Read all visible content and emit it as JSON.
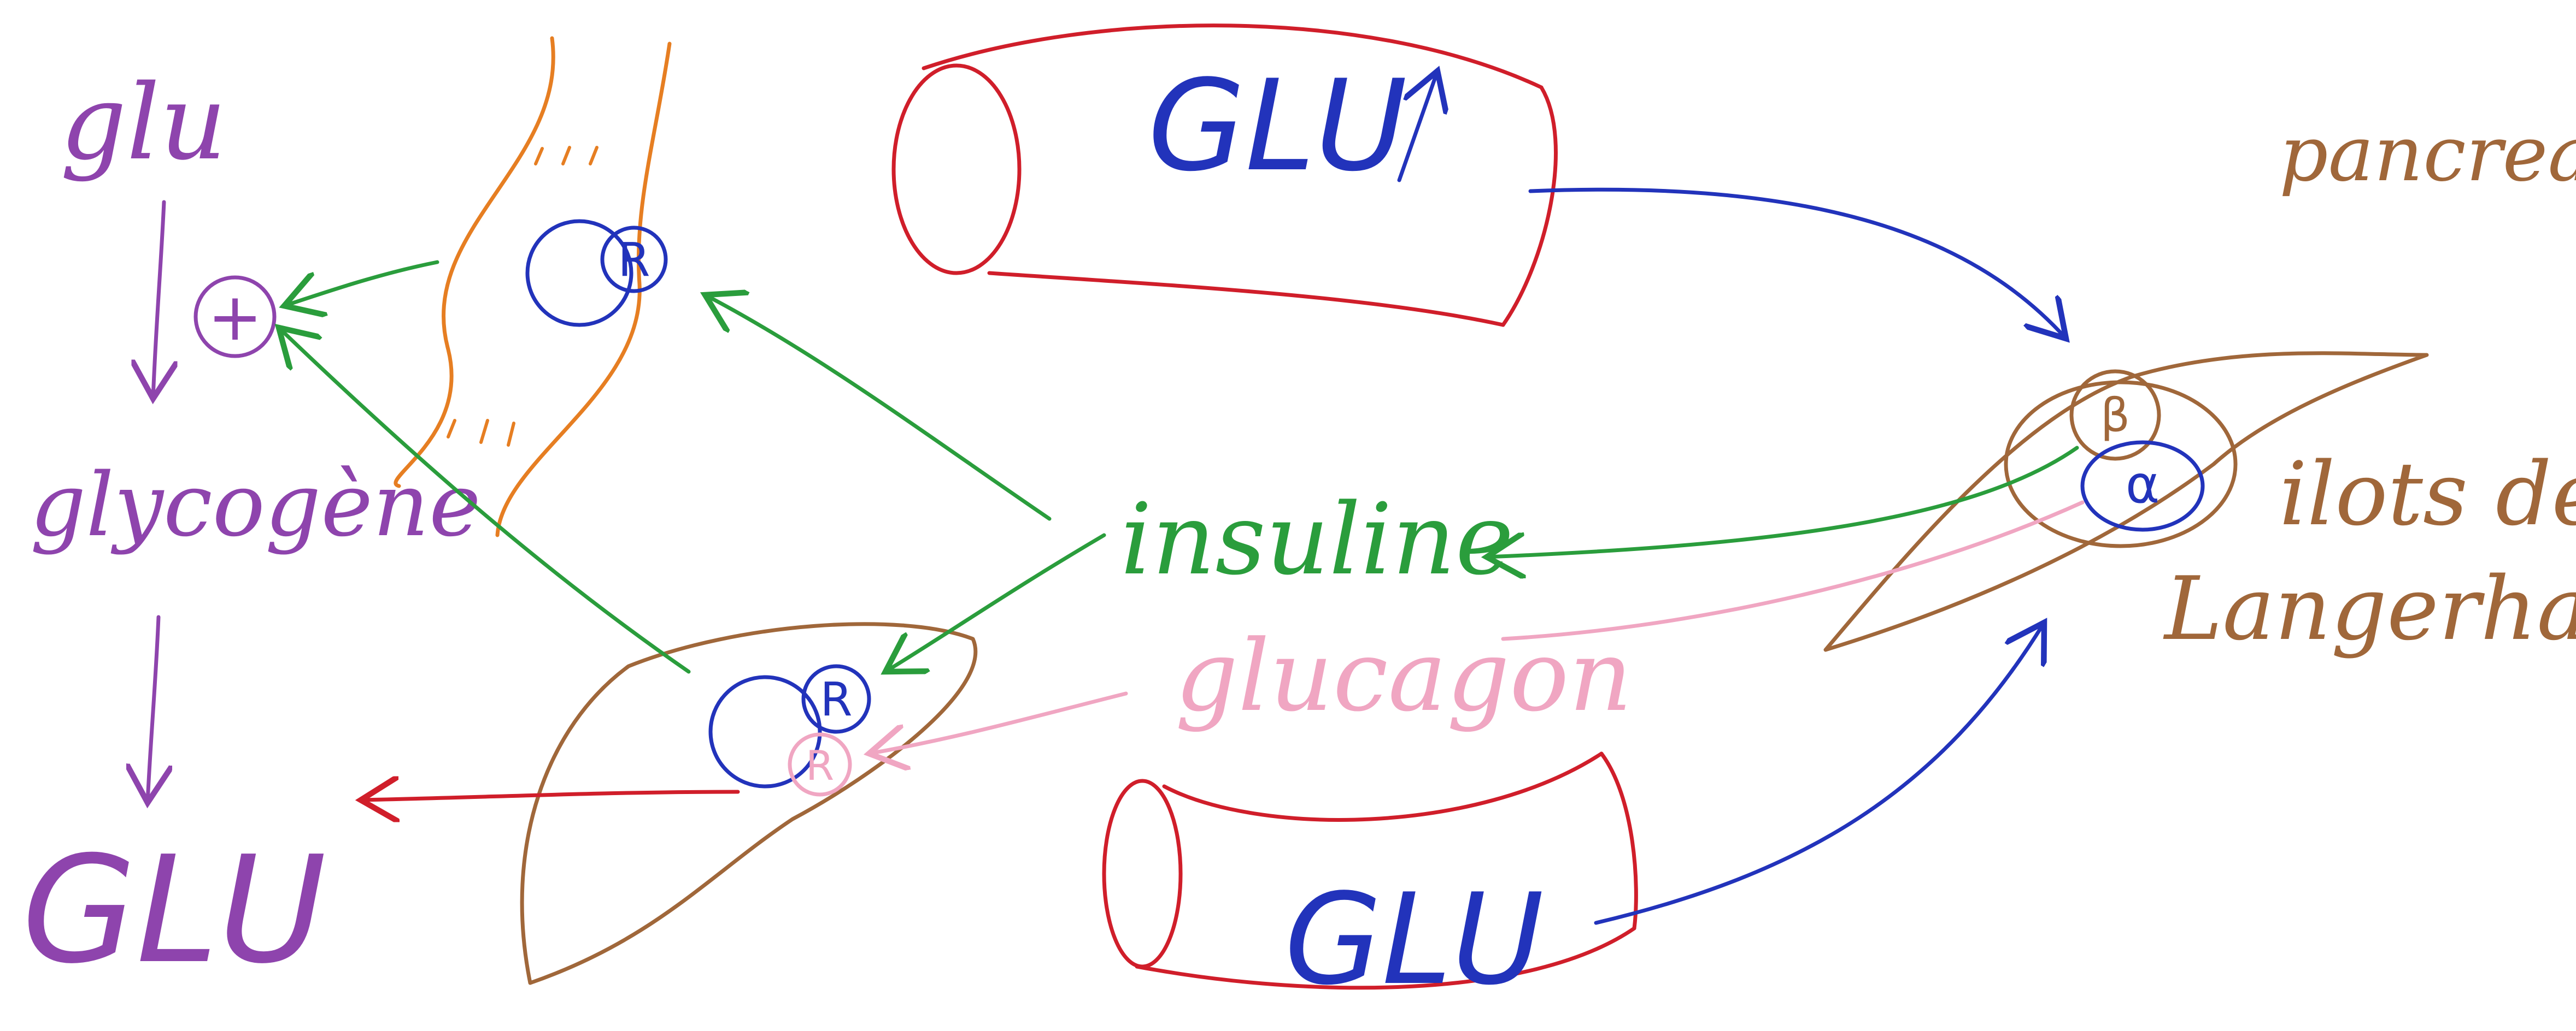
{
  "labels": {
    "glu_top": "glu",
    "glycogene": "glycogène",
    "glu_bottom": "GLU",
    "glu_vessel_top": "GLU",
    "glu_vessel_bottom": "GLU",
    "insuline": "insuline",
    "glucagon": "glucagon",
    "pancreas": "pancreas",
    "ilots_line1": "ilots de",
    "ilots_line2": "Langerhans",
    "receptor": "R",
    "plus": "+",
    "beta": "β",
    "alpha": "α"
  },
  "colors": {
    "purple": "#8e44ad",
    "orange": "#e67e22",
    "red": "#d01e2a",
    "blue": "#2233bb",
    "green": "#2a9d3c",
    "pink": "#f0a6c2",
    "brown": "#a0673a"
  }
}
